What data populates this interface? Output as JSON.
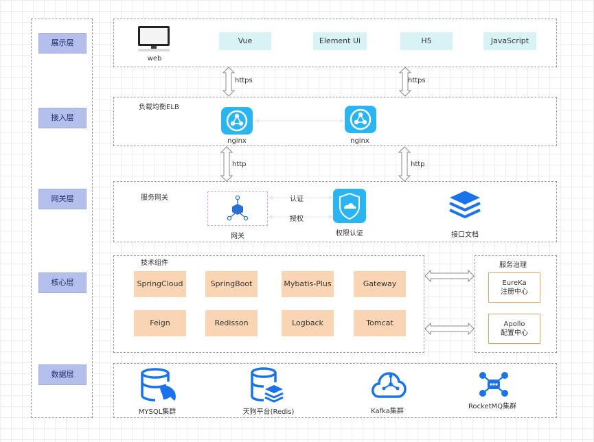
{
  "layers": {
    "presentation": "展示层",
    "access": "接入层",
    "gateway": "网关层",
    "core": "核心层",
    "data": "数据层"
  },
  "presentation": {
    "web_label": "web",
    "techs": [
      "Vue",
      "Element Ui",
      "H5",
      "JavaScript"
    ]
  },
  "links": {
    "https_left": "https",
    "https_right": "https",
    "http_left": "http",
    "http_right": "http"
  },
  "access": {
    "title": "负载均衡ELB",
    "nginx_left": "nginx",
    "nginx_right": "nginx"
  },
  "gateway": {
    "title": "服务网关",
    "gateway_label": "网关",
    "auth_label": "认证",
    "authorize_label": "授权",
    "permission_label": "权限认证",
    "api_doc_label": "接口文档"
  },
  "core": {
    "title": "技术组件",
    "row1": [
      "SpringCloud",
      "SpringBoot",
      "Mybatis-Plus",
      "Gateway"
    ],
    "row2": [
      "Feign",
      "Redisson",
      "Logback",
      "Tomcat"
    ]
  },
  "governance": {
    "title": "服务治理",
    "eureka_line1": "EureKa",
    "eureka_line2": "注册中心",
    "apollo_line1": "Apollo",
    "apollo_line2": "配置中心"
  },
  "data": {
    "mysql": "MYSQL集群",
    "redis": "天狗平台(Redis)",
    "kafka": "Kafka集群",
    "rocketmq": "RocketMQ集群"
  },
  "colors": {
    "layer_label_bg": "#b4bfec",
    "tech_chip_bg": "#d7f3f6",
    "component_bg": "#f9d5b3",
    "icon_blue": "#2bb5f0",
    "gateway_dash": "#f29bc2"
  }
}
